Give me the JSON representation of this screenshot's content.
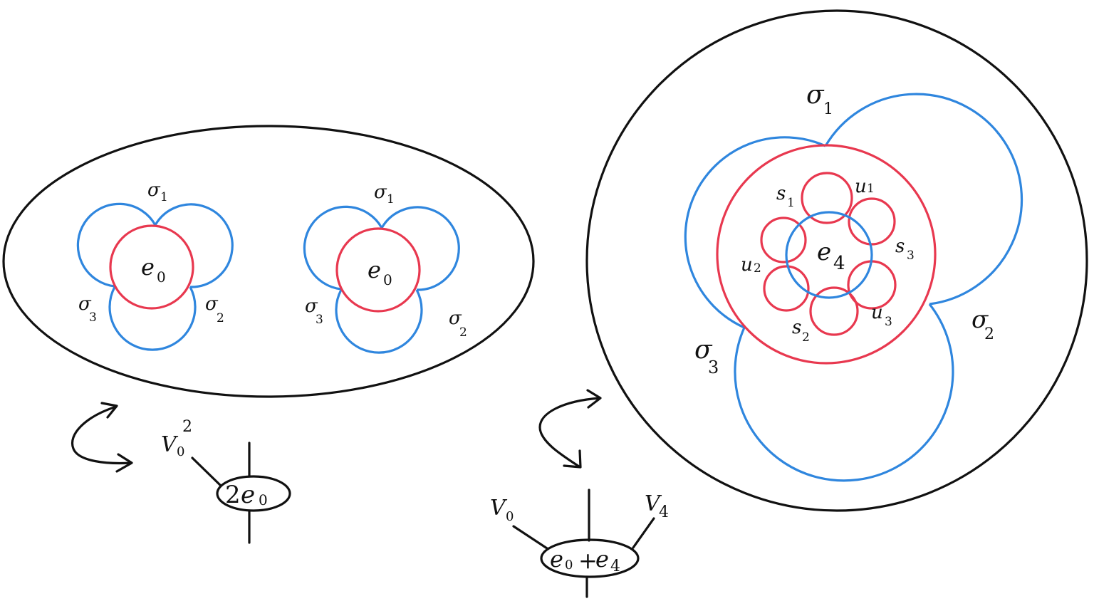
{
  "colors": {
    "ink": "#111111",
    "blue_curves": "#2f86de",
    "red_curves": "#e8384f",
    "background": "#ffffff"
  },
  "left_panel": {
    "diagrams": [
      {
        "center": {
          "base": "e",
          "sub": "0"
        },
        "sigma_labels": [
          {
            "base": "σ",
            "sub": "1"
          },
          {
            "base": "σ",
            "sub": "2"
          },
          {
            "base": "σ",
            "sub": "3"
          }
        ]
      },
      {
        "center": {
          "base": "e",
          "sub": "0"
        },
        "sigma_labels": [
          {
            "base": "σ",
            "sub": "1"
          },
          {
            "base": "σ",
            "sub": "2"
          },
          {
            "base": "σ",
            "sub": "3"
          }
        ]
      }
    ],
    "vertex": {
      "node": {
        "coef": "2",
        "base": "e",
        "sub": "0"
      },
      "leg_label": {
        "base": "V",
        "sub": "0",
        "sup": "2"
      }
    }
  },
  "right_panel": {
    "center": {
      "base": "e",
      "sub": "4"
    },
    "outer_sigma_labels": [
      {
        "base": "σ",
        "sub": "1"
      },
      {
        "base": "σ",
        "sub": "2"
      },
      {
        "base": "σ",
        "sub": "3"
      }
    ],
    "petal_labels": [
      {
        "base": "s",
        "sub": "1"
      },
      {
        "base": "u",
        "sub": "1"
      },
      {
        "base": "s",
        "sub": "3"
      },
      {
        "base": "u",
        "sub": "3"
      },
      {
        "base": "s",
        "sub": "2"
      },
      {
        "base": "u",
        "sub": "2"
      }
    ],
    "vertex": {
      "node": {
        "a_base": "e",
        "a_sub": "0",
        "op": "+",
        "b_base": "e",
        "b_sub": "4"
      },
      "leg_labels": [
        {
          "base": "V",
          "sub": "0"
        },
        {
          "base": "V",
          "sub": "4"
        }
      ]
    }
  }
}
